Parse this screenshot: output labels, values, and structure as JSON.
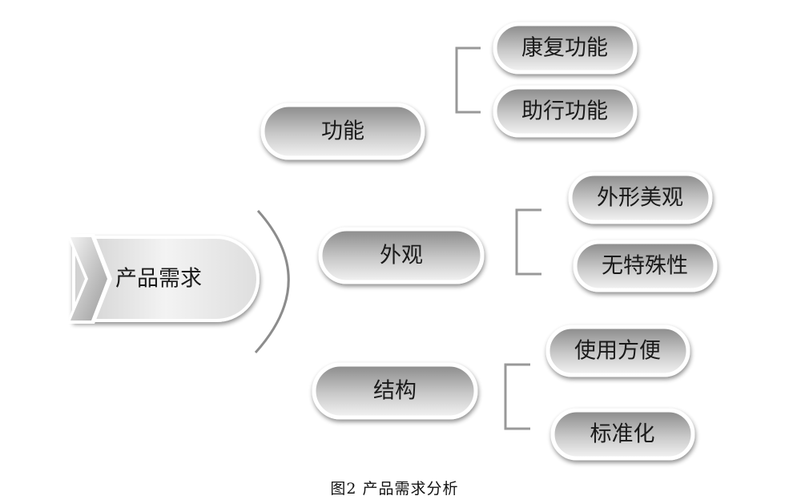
{
  "diagram": {
    "root": "产品需求",
    "branches": [
      {
        "label": "功能",
        "children": [
          "康复功能",
          "助行功能"
        ]
      },
      {
        "label": "外观",
        "children": [
          "外形美观",
          "无特殊性"
        ]
      },
      {
        "label": "结构",
        "children": [
          "使用方便",
          "标准化"
        ]
      }
    ]
  },
  "caption": "图2  产品需求分析"
}
